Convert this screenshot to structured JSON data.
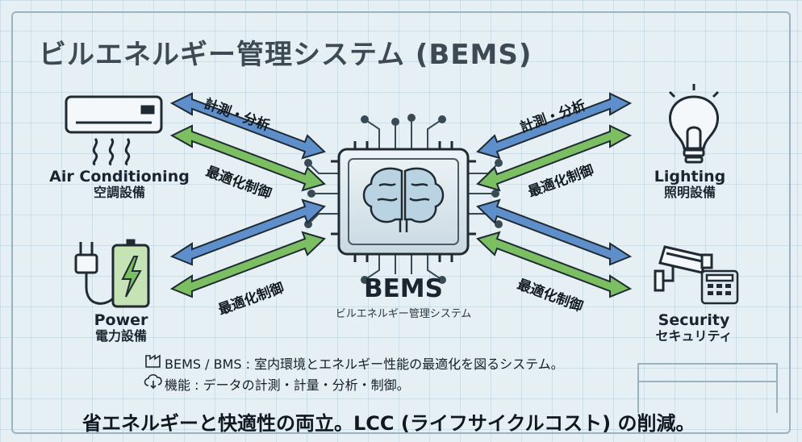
{
  "title": "ビルエネルギー管理システム (BEMS)",
  "core": {
    "label": "BEMS",
    "sublabel": "ビルエネルギー管理システム"
  },
  "devices": {
    "air": {
      "en": "Air Conditioning",
      "jp": "空調設備"
    },
    "power": {
      "en": "Power",
      "jp": "電力設備"
    },
    "lighting": {
      "en": "Lighting",
      "jp": "照明設備"
    },
    "security": {
      "en": "Security",
      "jp": "セキュリティ"
    }
  },
  "arrows": {
    "measure": "計測・分析",
    "optimize": "最適化制御"
  },
  "info": {
    "line1": "BEMS / BMS : 室内環境とエネルギー性能の最適化を図るシステム。",
    "line2": "機能 : データの計測・計量・分析・制御。"
  },
  "bottom": "省エネルギーと快適性の両立。LCC (ライフサイクルコスト) の削減。",
  "colors": {
    "blue": "#5f8fcb",
    "green": "#7cbf62",
    "outline": "#1f2a33",
    "chip": "#dfe9ef"
  }
}
